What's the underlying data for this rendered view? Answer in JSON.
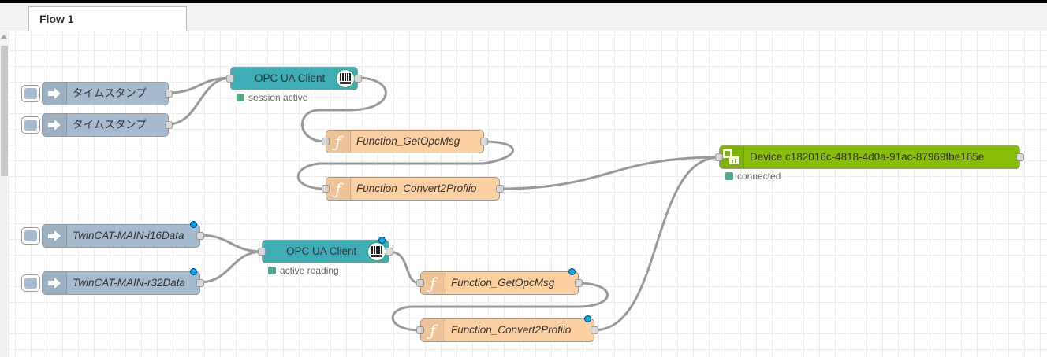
{
  "tabs": [
    {
      "label": "Flow 1"
    }
  ],
  "colors": {
    "inject": "#a6bbcf",
    "opcua": "#3fadb5",
    "function": "#fdd0a2",
    "device": "#88bd06",
    "wire": "#999999",
    "status_ok": "#55aa88",
    "changed_dot": "#00a8f5"
  },
  "nodes": {
    "inject1": {
      "label": "タイムスタンプ",
      "icon": "arrow-right-icon"
    },
    "inject2": {
      "label": "タイムスタンプ",
      "icon": "arrow-right-icon"
    },
    "opc1": {
      "label": "OPC UA Client",
      "icon": "opc-ua-logo-icon",
      "status": "session active"
    },
    "func1": {
      "label": "Function_GetOpcMsg",
      "icon": "function-icon"
    },
    "func2": {
      "label": "Function_Convert2Profiio",
      "icon": "function-icon"
    },
    "inject3": {
      "label": "TwinCAT-MAIN-i16Data",
      "icon": "arrow-right-icon"
    },
    "inject4": {
      "label": "TwinCAT-MAIN-r32Data",
      "icon": "arrow-right-icon"
    },
    "opc2": {
      "label": "OPC UA Client",
      "icon": "opc-ua-logo-icon",
      "status": "active reading"
    },
    "func3": {
      "label": "Function_GetOpcMsg",
      "icon": "function-icon"
    },
    "func4": {
      "label": "Function_Convert2Profiio",
      "icon": "function-icon"
    },
    "device": {
      "label": "Device c182016c-4818-4d0a-91ac-87969fbe165e",
      "icon": "device-icon",
      "status": "connected"
    }
  }
}
